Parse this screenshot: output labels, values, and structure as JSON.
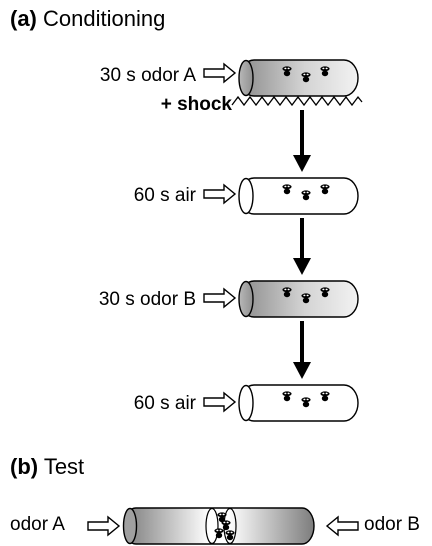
{
  "sections": {
    "a_letter": "(a)",
    "a_title": "Conditioning",
    "b_letter": "(b)",
    "b_title": "Test"
  },
  "conditioning_steps": [
    {
      "label": "30 s odor A",
      "tube": "odor"
    },
    {
      "label": "60 s air",
      "tube": "air"
    },
    {
      "label": "30 s odor B",
      "tube": "odor"
    },
    {
      "label": "60 s air",
      "tube": "air"
    }
  ],
  "shock_label": "+ shock",
  "test": {
    "left_label": "odor A",
    "right_label": "odor B"
  }
}
